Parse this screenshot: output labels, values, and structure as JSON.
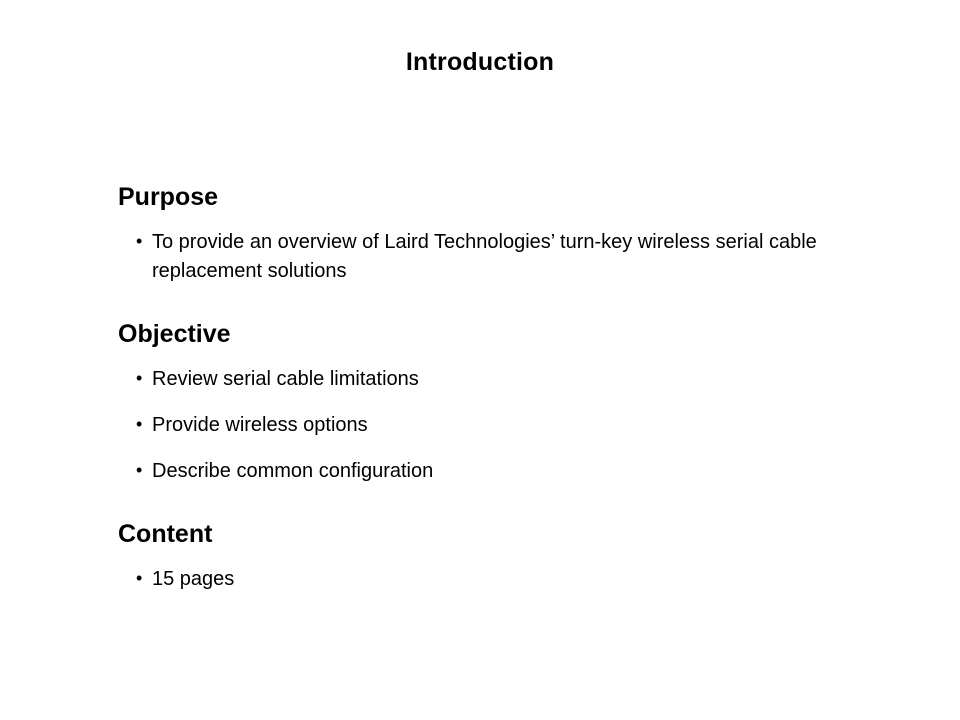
{
  "slide": {
    "title": "Introduction",
    "bullet_glyph": "•",
    "sections": [
      {
        "heading": "Purpose",
        "bullets": [
          "To provide an overview of Laird Technologies’ turn-key wireless serial cable replacement solutions"
        ]
      },
      {
        "heading": "Objective",
        "bullets": [
          "Review serial cable limitations",
          "Provide wireless options",
          "Describe common configuration"
        ]
      },
      {
        "heading": "Content",
        "bullets": [
          "15 pages"
        ]
      }
    ]
  }
}
